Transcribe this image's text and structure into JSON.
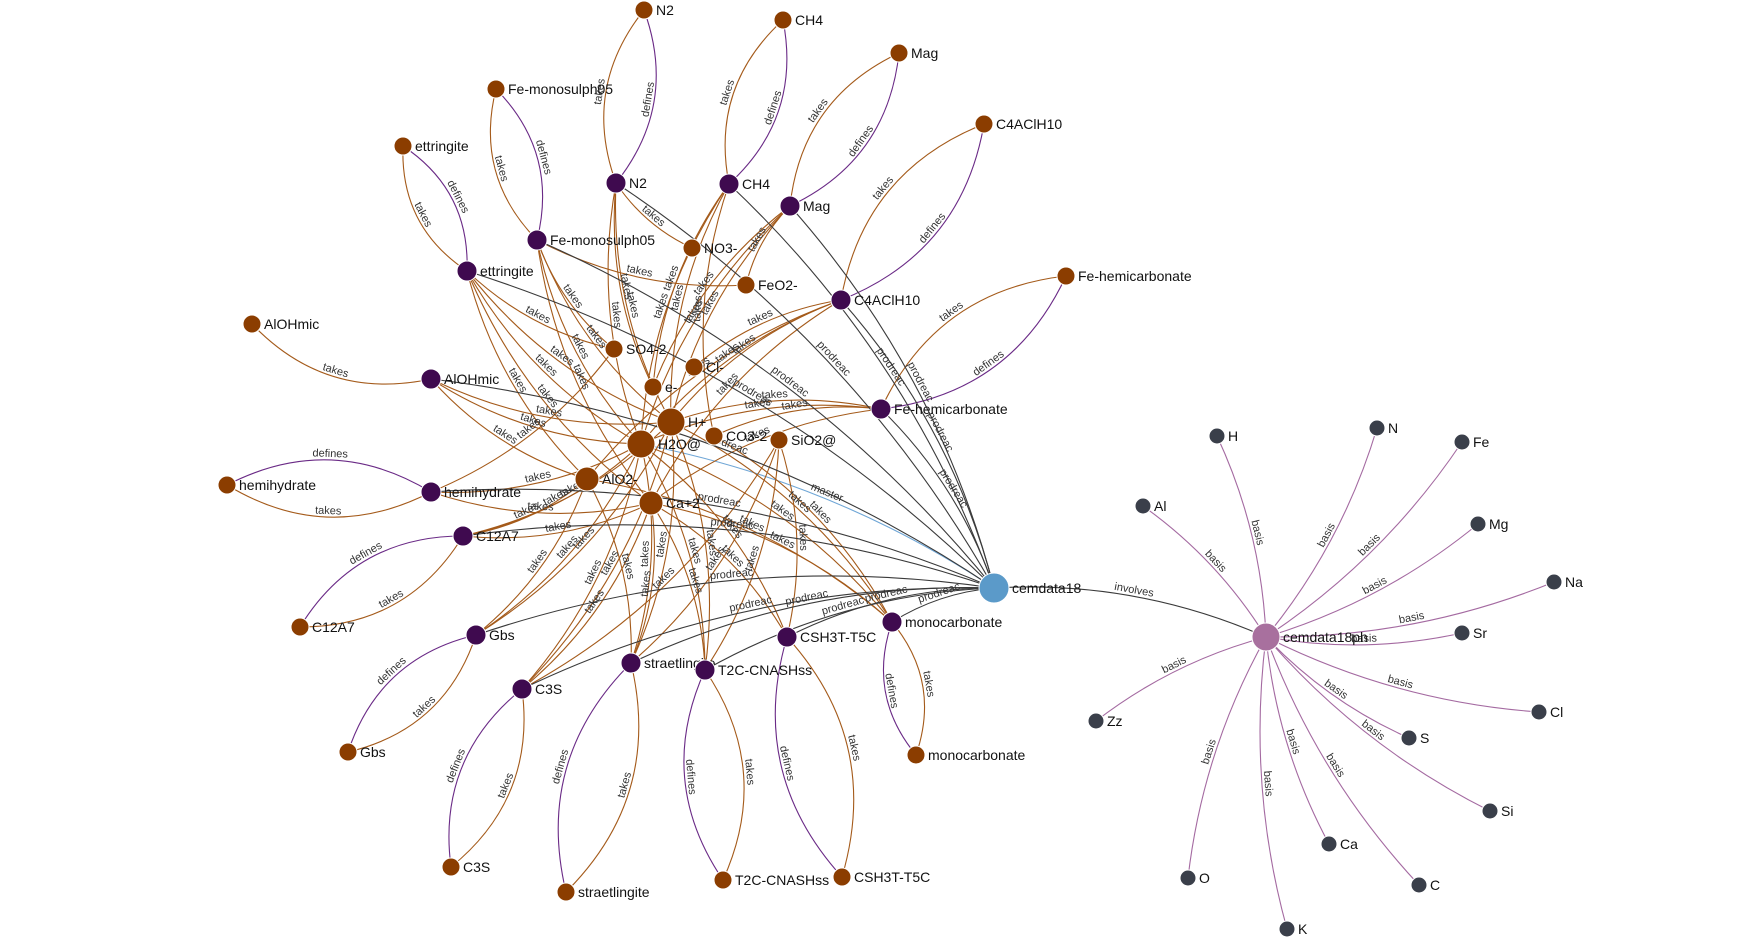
{
  "colors": {
    "species": "#8b3d00",
    "phase": "#3f0a4f",
    "basis": "#3a3f4a",
    "database": "#5b9ac9",
    "system": "#a8709e",
    "edge_takes": "#a45a1a",
    "edge_defines": "#6a2a86",
    "edge_prodreac": "#3a3a3a",
    "edge_master": "#6fa6d6",
    "edge_involves": "#3a3a3a",
    "edge_basis": "#a46aa1"
  },
  "nodes": [
    {
      "id": "cemdata18",
      "label": "cemdata18",
      "kind": "database"
    },
    {
      "id": "cemdata18ph",
      "label": "cemdata18ph",
      "kind": "system"
    },
    {
      "id": "H2O@",
      "label": "H2O@",
      "kind": "species_big"
    },
    {
      "id": "H+",
      "label": "H+",
      "kind": "species_big"
    },
    {
      "id": "Ca+2",
      "label": "Ca+2",
      "kind": "species_mid"
    },
    {
      "id": "AlO2-",
      "label": "AlO2-",
      "kind": "species_mid"
    },
    {
      "id": "SiO2@",
      "label": "SiO2@",
      "kind": "species"
    },
    {
      "id": "CO3-2",
      "label": "CO3-2",
      "kind": "species"
    },
    {
      "id": "SO4-2",
      "label": "SO4-2",
      "kind": "species"
    },
    {
      "id": "e-",
      "label": "e-",
      "kind": "species"
    },
    {
      "id": "Cl-",
      "label": "Cl-",
      "kind": "species"
    },
    {
      "id": "NO3-",
      "label": "NO3-",
      "kind": "species"
    },
    {
      "id": "FeO2-",
      "label": "FeO2-",
      "kind": "species"
    },
    {
      "id": "ph-N2",
      "label": "N2",
      "kind": "phase"
    },
    {
      "id": "ph-CH4",
      "label": "CH4",
      "kind": "phase"
    },
    {
      "id": "ph-Mag",
      "label": "Mag",
      "kind": "phase"
    },
    {
      "id": "ph-Fe-monosulph05",
      "label": "Fe-monosulph05",
      "kind": "phase"
    },
    {
      "id": "ph-ettringite",
      "label": "ettringite",
      "kind": "phase"
    },
    {
      "id": "ph-C4AClH10",
      "label": "C4AClH10",
      "kind": "phase"
    },
    {
      "id": "ph-Fe-hemicarbonate",
      "label": "Fe-hemicarbonate",
      "kind": "phase"
    },
    {
      "id": "ph-AlOHmic",
      "label": "AlOHmic",
      "kind": "phase"
    },
    {
      "id": "ph-hemihydrate",
      "label": "hemihydrate",
      "kind": "phase"
    },
    {
      "id": "ph-C12A7",
      "label": "C12A7",
      "kind": "phase"
    },
    {
      "id": "ph-Gbs",
      "label": "Gbs",
      "kind": "phase"
    },
    {
      "id": "ph-C3S",
      "label": "C3S",
      "kind": "phase"
    },
    {
      "id": "ph-straetlingite",
      "label": "straetlingite",
      "kind": "phase"
    },
    {
      "id": "ph-T2C-CNASHss",
      "label": "T2C-CNASHss",
      "kind": "phase"
    },
    {
      "id": "ph-CSH3T-T5C",
      "label": "CSH3T-T5C",
      "kind": "phase"
    },
    {
      "id": "ph-monocarbonate",
      "label": "monocarbonate",
      "kind": "phase"
    },
    {
      "id": "sp-N2",
      "label": "N2",
      "kind": "species"
    },
    {
      "id": "sp-CH4",
      "label": "CH4",
      "kind": "species"
    },
    {
      "id": "sp-Mag",
      "label": "Mag",
      "kind": "species"
    },
    {
      "id": "sp-Fe-monosulph05",
      "label": "Fe-monosulph05",
      "kind": "species"
    },
    {
      "id": "sp-ettringite",
      "label": "ettringite",
      "kind": "species"
    },
    {
      "id": "sp-C4AClH10",
      "label": "C4AClH10",
      "kind": "species"
    },
    {
      "id": "sp-Fe-hemicarbonate",
      "label": "Fe-hemicarbonate",
      "kind": "species"
    },
    {
      "id": "sp-AlOHmic",
      "label": "AlOHmic",
      "kind": "species"
    },
    {
      "id": "sp-hemihydrate",
      "label": "hemihydrate",
      "kind": "species"
    },
    {
      "id": "sp-C12A7",
      "label": "C12A7",
      "kind": "species"
    },
    {
      "id": "sp-Gbs",
      "label": "Gbs",
      "kind": "species"
    },
    {
      "id": "sp-C3S",
      "label": "C3S",
      "kind": "species"
    },
    {
      "id": "sp-straetlingite",
      "label": "straetlingite",
      "kind": "species"
    },
    {
      "id": "sp-T2C-CNASHss",
      "label": "T2C-CNASHss",
      "kind": "species"
    },
    {
      "id": "sp-CSH3T-T5C",
      "label": "CSH3T-T5C",
      "kind": "species"
    },
    {
      "id": "sp-monocarbonate",
      "label": "monocarbonate",
      "kind": "species"
    },
    {
      "id": "el-H",
      "label": "H",
      "kind": "basis"
    },
    {
      "id": "el-N",
      "label": "N",
      "kind": "basis"
    },
    {
      "id": "el-Fe",
      "label": "Fe",
      "kind": "basis"
    },
    {
      "id": "el-Mg",
      "label": "Mg",
      "kind": "basis"
    },
    {
      "id": "el-Al",
      "label": "Al",
      "kind": "basis"
    },
    {
      "id": "el-Na",
      "label": "Na",
      "kind": "basis"
    },
    {
      "id": "el-Sr",
      "label": "Sr",
      "kind": "basis"
    },
    {
      "id": "el-Cl",
      "label": "Cl",
      "kind": "basis"
    },
    {
      "id": "el-S",
      "label": "S",
      "kind": "basis"
    },
    {
      "id": "el-Si",
      "label": "Si",
      "kind": "basis"
    },
    {
      "id": "el-C",
      "label": "C",
      "kind": "basis"
    },
    {
      "id": "el-Ca",
      "label": "Ca",
      "kind": "basis"
    },
    {
      "id": "el-K",
      "label": "K",
      "kind": "basis"
    },
    {
      "id": "el-O",
      "label": "O",
      "kind": "basis"
    },
    {
      "id": "el-Zz",
      "label": "Zz",
      "kind": "basis"
    }
  ],
  "edges": [
    {
      "s": "cemdata18",
      "t": "cemdata18ph",
      "label": "involves",
      "kind": "involves"
    },
    {
      "s": "cemdata18",
      "t": "H2O@",
      "label": "master",
      "kind": "master"
    },
    {
      "s": "ph-N2",
      "t": "sp-N2",
      "label": "defines",
      "kind": "defines"
    },
    {
      "s": "ph-N2",
      "t": "sp-N2",
      "label": "takes",
      "kind": "takes"
    },
    {
      "s": "ph-CH4",
      "t": "sp-CH4",
      "label": "defines",
      "kind": "defines"
    },
    {
      "s": "ph-CH4",
      "t": "sp-CH4",
      "label": "takes",
      "kind": "takes"
    },
    {
      "s": "ph-Mag",
      "t": "sp-Mag",
      "label": "defines",
      "kind": "defines"
    },
    {
      "s": "ph-Mag",
      "t": "sp-Mag",
      "label": "takes",
      "kind": "takes"
    },
    {
      "s": "ph-Fe-monosulph05",
      "t": "sp-Fe-monosulph05",
      "label": "defines",
      "kind": "defines"
    },
    {
      "s": "ph-Fe-monosulph05",
      "t": "sp-Fe-monosulph05",
      "label": "takes",
      "kind": "takes"
    },
    {
      "s": "ph-ettringite",
      "t": "sp-ettringite",
      "label": "defines",
      "kind": "defines"
    },
    {
      "s": "ph-ettringite",
      "t": "sp-ettringite",
      "label": "takes",
      "kind": "takes"
    },
    {
      "s": "ph-C4AClH10",
      "t": "sp-C4AClH10",
      "label": "defines",
      "kind": "defines"
    },
    {
      "s": "ph-C4AClH10",
      "t": "sp-C4AClH10",
      "label": "takes",
      "kind": "takes"
    },
    {
      "s": "ph-Fe-hemicarbonate",
      "t": "sp-Fe-hemicarbonate",
      "label": "defines",
      "kind": "defines"
    },
    {
      "s": "ph-Fe-hemicarbonate",
      "t": "sp-Fe-hemicarbonate",
      "label": "takes",
      "kind": "takes"
    },
    {
      "s": "ph-AlOHmic",
      "t": "sp-AlOHmic",
      "label": "takes",
      "kind": "takes"
    },
    {
      "s": "ph-hemihydrate",
      "t": "sp-hemihydrate",
      "label": "defines",
      "kind": "defines"
    },
    {
      "s": "ph-hemihydrate",
      "t": "sp-hemihydrate",
      "label": "takes",
      "kind": "takes"
    },
    {
      "s": "ph-C12A7",
      "t": "sp-C12A7",
      "label": "defines",
      "kind": "defines"
    },
    {
      "s": "ph-C12A7",
      "t": "sp-C12A7",
      "label": "takes",
      "kind": "takes"
    },
    {
      "s": "ph-Gbs",
      "t": "sp-Gbs",
      "label": "defines",
      "kind": "defines"
    },
    {
      "s": "ph-Gbs",
      "t": "sp-Gbs",
      "label": "takes",
      "kind": "takes"
    },
    {
      "s": "ph-C3S",
      "t": "sp-C3S",
      "label": "defines",
      "kind": "defines"
    },
    {
      "s": "ph-C3S",
      "t": "sp-C3S",
      "label": "takes",
      "kind": "takes"
    },
    {
      "s": "ph-straetlingite",
      "t": "sp-straetlingite",
      "label": "defines",
      "kind": "defines"
    },
    {
      "s": "ph-straetlingite",
      "t": "sp-straetlingite",
      "label": "takes",
      "kind": "takes"
    },
    {
      "s": "ph-T2C-CNASHss",
      "t": "sp-T2C-CNASHss",
      "label": "defines",
      "kind": "defines"
    },
    {
      "s": "ph-T2C-CNASHss",
      "t": "sp-T2C-CNASHss",
      "label": "takes",
      "kind": "takes"
    },
    {
      "s": "ph-CSH3T-T5C",
      "t": "sp-CSH3T-T5C",
      "label": "defines",
      "kind": "defines"
    },
    {
      "s": "ph-CSH3T-T5C",
      "t": "sp-CSH3T-T5C",
      "label": "takes",
      "kind": "takes"
    },
    {
      "s": "ph-monocarbonate",
      "t": "sp-monocarbonate",
      "label": "defines",
      "kind": "defines"
    },
    {
      "s": "ph-monocarbonate",
      "t": "sp-monocarbonate",
      "label": "takes",
      "kind": "takes"
    },
    {
      "s": "ph-N2",
      "t": "H2O@",
      "label": "takes",
      "kind": "takes"
    },
    {
      "s": "ph-N2",
      "t": "NO3-",
      "label": "takes",
      "kind": "takes"
    },
    {
      "s": "ph-N2",
      "t": "H+",
      "label": "takes",
      "kind": "takes"
    },
    {
      "s": "ph-N2",
      "t": "e-",
      "label": "takes",
      "kind": "takes"
    },
    {
      "s": "ph-CH4",
      "t": "H2O@",
      "label": "takes",
      "kind": "takes"
    },
    {
      "s": "ph-CH4",
      "t": "H+",
      "label": "takes",
      "kind": "takes"
    },
    {
      "s": "ph-CH4",
      "t": "CO3-2",
      "label": "takes",
      "kind": "takes"
    },
    {
      "s": "ph-CH4",
      "t": "e-",
      "label": "takes",
      "kind": "takes"
    },
    {
      "s": "ph-Mag",
      "t": "H2O@",
      "label": "takes",
      "kind": "takes"
    },
    {
      "s": "ph-Mag",
      "t": "FeO2-",
      "label": "takes",
      "kind": "takes"
    },
    {
      "s": "ph-Mag",
      "t": "H+",
      "label": "takes",
      "kind": "takes"
    },
    {
      "s": "ph-Mag",
      "t": "e-",
      "label": "takes",
      "kind": "takes"
    },
    {
      "s": "ph-Fe-monosulph05",
      "t": "H2O@",
      "label": "takes",
      "kind": "takes"
    },
    {
      "s": "ph-Fe-monosulph05",
      "t": "Ca+2",
      "label": "takes",
      "kind": "takes"
    },
    {
      "s": "ph-Fe-monosulph05",
      "t": "FeO2-",
      "label": "takes",
      "kind": "takes"
    },
    {
      "s": "ph-Fe-monosulph05",
      "t": "SO4-2",
      "label": "takes",
      "kind": "takes"
    },
    {
      "s": "ph-Fe-monosulph05",
      "t": "H+",
      "label": "takes",
      "kind": "takes"
    },
    {
      "s": "ph-ettringite",
      "t": "H2O@",
      "label": "takes",
      "kind": "takes"
    },
    {
      "s": "ph-ettringite",
      "t": "Ca+2",
      "label": "takes",
      "kind": "takes"
    },
    {
      "s": "ph-ettringite",
      "t": "AlO2-",
      "label": "takes",
      "kind": "takes"
    },
    {
      "s": "ph-ettringite",
      "t": "SO4-2",
      "label": "takes",
      "kind": "takes"
    },
    {
      "s": "ph-ettringite",
      "t": "H+",
      "label": "takes",
      "kind": "takes"
    },
    {
      "s": "ph-C4AClH10",
      "t": "H2O@",
      "label": "takes",
      "kind": "takes"
    },
    {
      "s": "ph-C4AClH10",
      "t": "Ca+2",
      "label": "takes",
      "kind": "takes"
    },
    {
      "s": "ph-C4AClH10",
      "t": "AlO2-",
      "label": "takes",
      "kind": "takes"
    },
    {
      "s": "ph-C4AClH10",
      "t": "Cl-",
      "label": "takes",
      "kind": "takes"
    },
    {
      "s": "ph-C4AClH10",
      "t": "H+",
      "label": "takes",
      "kind": "takes"
    },
    {
      "s": "ph-Fe-hemicarbonate",
      "t": "H2O@",
      "label": "takes",
      "kind": "takes"
    },
    {
      "s": "ph-Fe-hemicarbonate",
      "t": "Ca+2",
      "label": "takes",
      "kind": "takes"
    },
    {
      "s": "ph-Fe-hemicarbonate",
      "t": "CO3-2",
      "label": "takes",
      "kind": "takes"
    },
    {
      "s": "ph-Fe-hemicarbonate",
      "t": "H+",
      "label": "takes",
      "kind": "takes"
    },
    {
      "s": "ph-AlOHmic",
      "t": "H2O@",
      "label": "takes",
      "kind": "takes"
    },
    {
      "s": "ph-AlOHmic",
      "t": "AlO2-",
      "label": "takes",
      "kind": "takes"
    },
    {
      "s": "ph-AlOHmic",
      "t": "H+",
      "label": "takes",
      "kind": "takes"
    },
    {
      "s": "ph-hemihydrate",
      "t": "H2O@",
      "label": "takes",
      "kind": "takes"
    },
    {
      "s": "ph-hemihydrate",
      "t": "Ca+2",
      "label": "takes",
      "kind": "takes"
    },
    {
      "s": "ph-hemihydrate",
      "t": "SO4-2",
      "label": "takes",
      "kind": "takes"
    },
    {
      "s": "ph-C12A7",
      "t": "H2O@",
      "label": "takes",
      "kind": "takes"
    },
    {
      "s": "ph-C12A7",
      "t": "Ca+2",
      "label": "takes",
      "kind": "takes"
    },
    {
      "s": "ph-C12A7",
      "t": "AlO2-",
      "label": "takes",
      "kind": "takes"
    },
    {
      "s": "ph-C12A7",
      "t": "H+",
      "label": "takes",
      "kind": "takes"
    },
    {
      "s": "ph-Gbs",
      "t": "H2O@",
      "label": "takes",
      "kind": "takes"
    },
    {
      "s": "ph-Gbs",
      "t": "AlO2-",
      "label": "takes",
      "kind": "takes"
    },
    {
      "s": "ph-Gbs",
      "t": "H+",
      "label": "takes",
      "kind": "takes"
    },
    {
      "s": "ph-C3S",
      "t": "H2O@",
      "label": "takes",
      "kind": "takes"
    },
    {
      "s": "ph-C3S",
      "t": "Ca+2",
      "label": "takes",
      "kind": "takes"
    },
    {
      "s": "ph-C3S",
      "t": "SiO2@",
      "label": "takes",
      "kind": "takes"
    },
    {
      "s": "ph-C3S",
      "t": "H+",
      "label": "takes",
      "kind": "takes"
    },
    {
      "s": "ph-straetlingite",
      "t": "H2O@",
      "label": "takes",
      "kind": "takes"
    },
    {
      "s": "ph-straetlingite",
      "t": "Ca+2",
      "label": "takes",
      "kind": "takes"
    },
    {
      "s": "ph-straetlingite",
      "t": "AlO2-",
      "label": "takes",
      "kind": "takes"
    },
    {
      "s": "ph-straetlingite",
      "t": "SiO2@",
      "label": "takes",
      "kind": "takes"
    },
    {
      "s": "ph-straetlingite",
      "t": "H+",
      "label": "takes",
      "kind": "takes"
    },
    {
      "s": "ph-T2C-CNASHss",
      "t": "H2O@",
      "label": "takes",
      "kind": "takes"
    },
    {
      "s": "ph-T2C-CNASHss",
      "t": "Ca+2",
      "label": "takes",
      "kind": "takes"
    },
    {
      "s": "ph-T2C-CNASHss",
      "t": "SiO2@",
      "label": "takes",
      "kind": "takes"
    },
    {
      "s": "ph-T2C-CNASHss",
      "t": "H+",
      "label": "takes",
      "kind": "takes"
    },
    {
      "s": "ph-CSH3T-T5C",
      "t": "H2O@",
      "label": "takes",
      "kind": "takes"
    },
    {
      "s": "ph-CSH3T-T5C",
      "t": "Ca+2",
      "label": "takes",
      "kind": "takes"
    },
    {
      "s": "ph-CSH3T-T5C",
      "t": "SiO2@",
      "label": "takes",
      "kind": "takes"
    },
    {
      "s": "ph-monocarbonate",
      "t": "H2O@",
      "label": "takes",
      "kind": "takes"
    },
    {
      "s": "ph-monocarbonate",
      "t": "Ca+2",
      "label": "takes",
      "kind": "takes"
    },
    {
      "s": "ph-monocarbonate",
      "t": "AlO2-",
      "label": "takes",
      "kind": "takes"
    },
    {
      "s": "ph-monocarbonate",
      "t": "CO3-2",
      "label": "takes",
      "kind": "takes"
    },
    {
      "s": "ph-monocarbonate",
      "t": "H+",
      "label": "takes",
      "kind": "takes"
    },
    {
      "s": "cemdata18",
      "t": "ph-N2",
      "label": "prodreac",
      "kind": "prodreac"
    },
    {
      "s": "cemdata18",
      "t": "ph-CH4",
      "label": "prodreac",
      "kind": "prodreac"
    },
    {
      "s": "cemdata18",
      "t": "ph-Mag",
      "label": "prodreac",
      "kind": "prodreac"
    },
    {
      "s": "cemdata18",
      "t": "ph-Fe-monosulph05",
      "label": "prodreac",
      "kind": "prodreac"
    },
    {
      "s": "cemdata18",
      "t": "ph-ettringite",
      "label": "prodreac",
      "kind": "prodreac"
    },
    {
      "s": "cemdata18",
      "t": "ph-C4AClH10",
      "label": "prodreac",
      "kind": "prodreac"
    },
    {
      "s": "cemdata18",
      "t": "ph-Fe-hemicarbonate",
      "label": "prodreac",
      "kind": "prodreac"
    },
    {
      "s": "cemdata18",
      "t": "ph-AlOHmic",
      "label": "prodreac",
      "kind": "prodreac"
    },
    {
      "s": "cemdata18",
      "t": "ph-hemihydrate",
      "label": "prodreac",
      "kind": "prodreac"
    },
    {
      "s": "cemdata18",
      "t": "ph-C12A7",
      "label": "prodreac",
      "kind": "prodreac"
    },
    {
      "s": "cemdata18",
      "t": "ph-Gbs",
      "label": "prodreac",
      "kind": "prodreac"
    },
    {
      "s": "cemdata18",
      "t": "ph-C3S",
      "label": "prodreac",
      "kind": "prodreac"
    },
    {
      "s": "cemdata18",
      "t": "ph-straetlingite",
      "label": "prodreac",
      "kind": "prodreac"
    },
    {
      "s": "cemdata18",
      "t": "ph-T2C-CNASHss",
      "label": "prodreac",
      "kind": "prodreac"
    },
    {
      "s": "cemdata18",
      "t": "ph-CSH3T-T5C",
      "label": "prodreac",
      "kind": "prodreac"
    },
    {
      "s": "cemdata18",
      "t": "ph-monocarbonate",
      "label": "prodreac",
      "kind": "prodreac"
    },
    {
      "s": "cemdata18ph",
      "t": "el-H",
      "label": "basis",
      "kind": "basis"
    },
    {
      "s": "cemdata18ph",
      "t": "el-N",
      "label": "basis",
      "kind": "basis"
    },
    {
      "s": "cemdata18ph",
      "t": "el-Fe",
      "label": "basis",
      "kind": "basis"
    },
    {
      "s": "cemdata18ph",
      "t": "el-Mg",
      "label": "basis",
      "kind": "basis"
    },
    {
      "s": "cemdata18ph",
      "t": "el-Al",
      "label": "basis",
      "kind": "basis"
    },
    {
      "s": "cemdata18ph",
      "t": "el-Na",
      "label": "basis",
      "kind": "basis"
    },
    {
      "s": "cemdata18ph",
      "t": "el-Sr",
      "label": "basis",
      "kind": "basis"
    },
    {
      "s": "cemdata18ph",
      "t": "el-Cl",
      "label": "basis",
      "kind": "basis"
    },
    {
      "s": "cemdata18ph",
      "t": "el-S",
      "label": "basis",
      "kind": "basis"
    },
    {
      "s": "cemdata18ph",
      "t": "el-Si",
      "label": "basis",
      "kind": "basis"
    },
    {
      "s": "cemdata18ph",
      "t": "el-C",
      "label": "basis",
      "kind": "basis"
    },
    {
      "s": "cemdata18ph",
      "t": "el-Ca",
      "label": "basis",
      "kind": "basis"
    },
    {
      "s": "cemdata18ph",
      "t": "el-K",
      "label": "basis",
      "kind": "basis"
    },
    {
      "s": "cemdata18ph",
      "t": "el-O",
      "label": "basis",
      "kind": "basis"
    },
    {
      "s": "cemdata18ph",
      "t": "el-Zz",
      "label": "basis",
      "kind": "basis"
    }
  ]
}
